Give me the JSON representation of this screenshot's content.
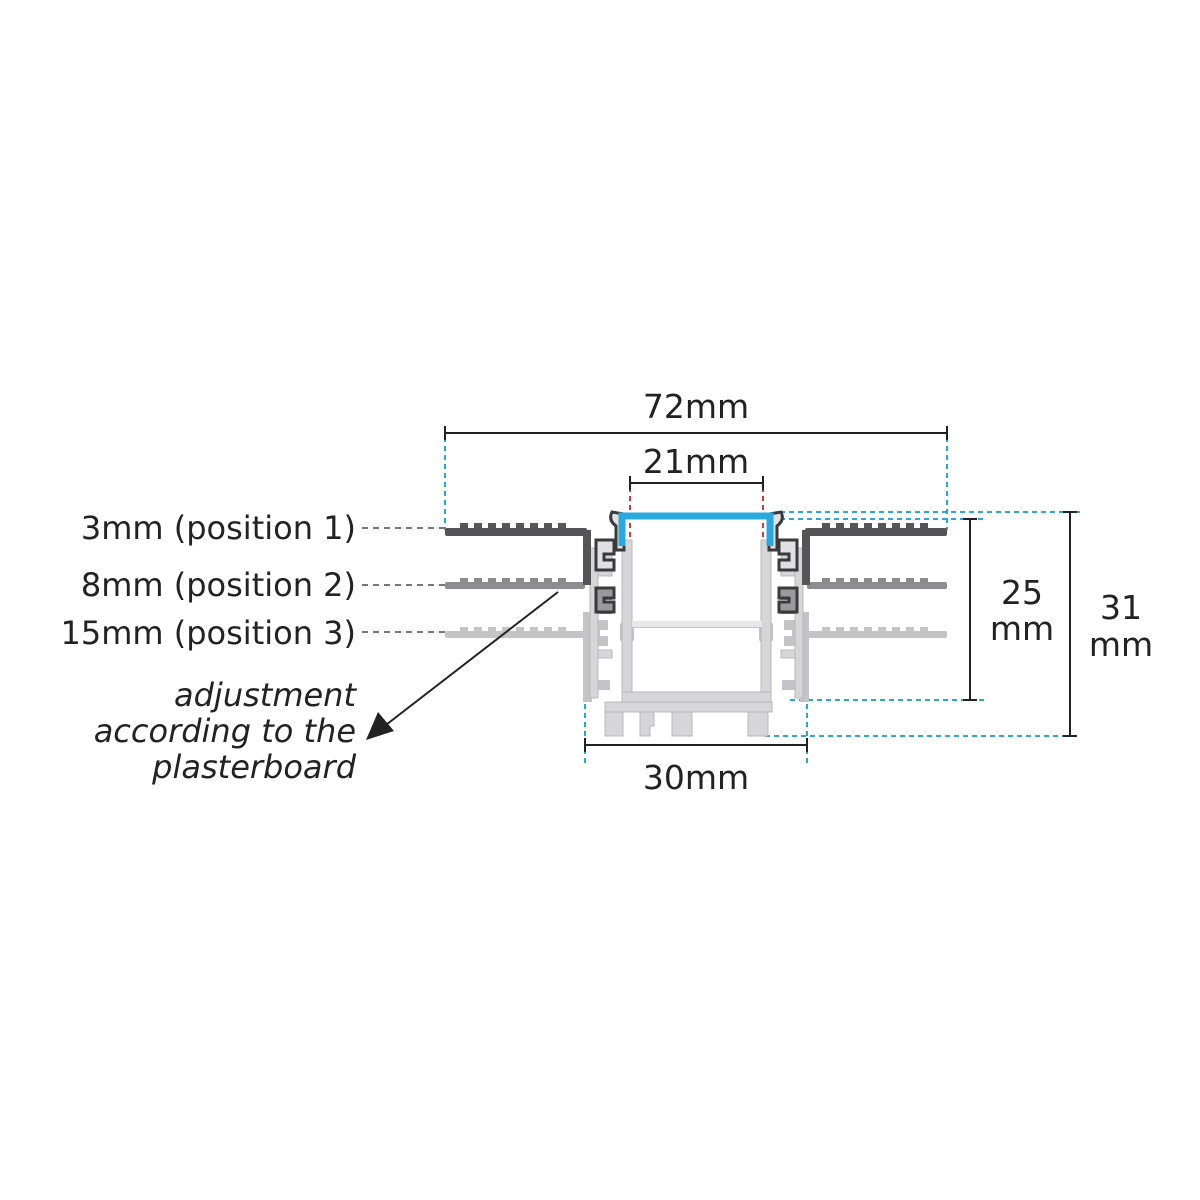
{
  "labels": {
    "width_total": "72mm",
    "opening": "21mm",
    "base_width": "30mm",
    "height_inner_value": "25",
    "height_inner_unit": "mm",
    "height_total_value": "31",
    "height_total_unit": "mm",
    "position_1": "3mm (position 1)",
    "position_2": "8mm (position 2)",
    "position_3": "15mm (position 3)",
    "adjustment_line1": "adjustment",
    "adjustment_line2": "according to the",
    "adjustment_line3": "plasterboard"
  },
  "colors": {
    "dimension_line": "#222222",
    "guide_cyan": "#29a8d8",
    "guide_red": "#d23a3a",
    "diffuser_blue": "#2aa9e0",
    "profile_position_1": "#555558",
    "profile_position_2": "#8c8c8e",
    "profile_position_3": "#c4c4c6",
    "leader_dashes": "#777777"
  }
}
